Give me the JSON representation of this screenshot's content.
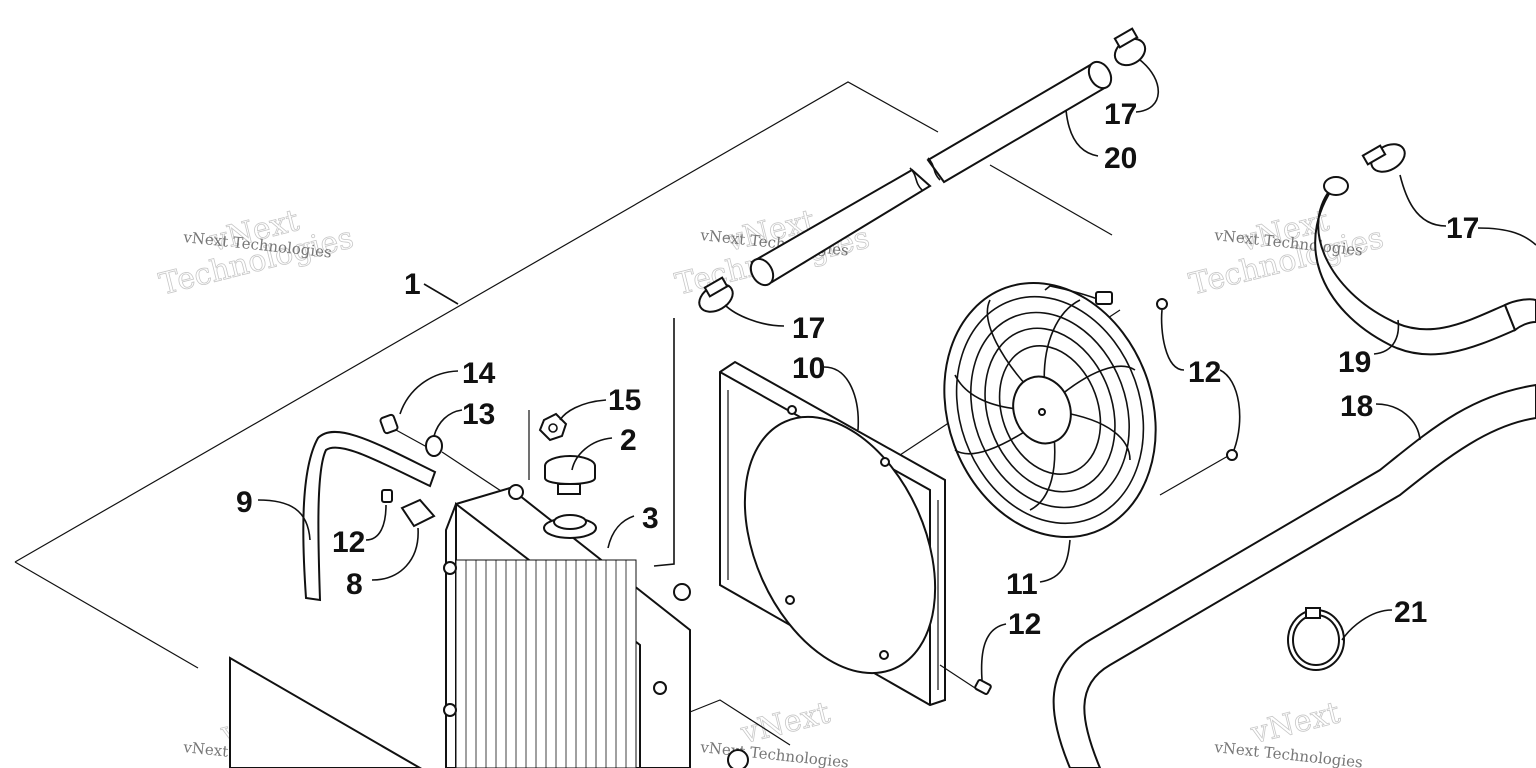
{
  "callouts": {
    "c1": "1",
    "c2": "2",
    "c3": "3",
    "c8": "8",
    "c9": "9",
    "c10": "10",
    "c11": "11",
    "c12a": "12",
    "c12b": "12",
    "c12c": "12",
    "c13": "13",
    "c14": "14",
    "c15": "15",
    "c17a": "17",
    "c17b": "17",
    "c17c": "17",
    "c18": "18",
    "c19": "19",
    "c20": "20",
    "c21": "21"
  },
  "watermark": {
    "line1": "vNext",
    "line2": "Technologies",
    "small": "vNext Technologies"
  }
}
